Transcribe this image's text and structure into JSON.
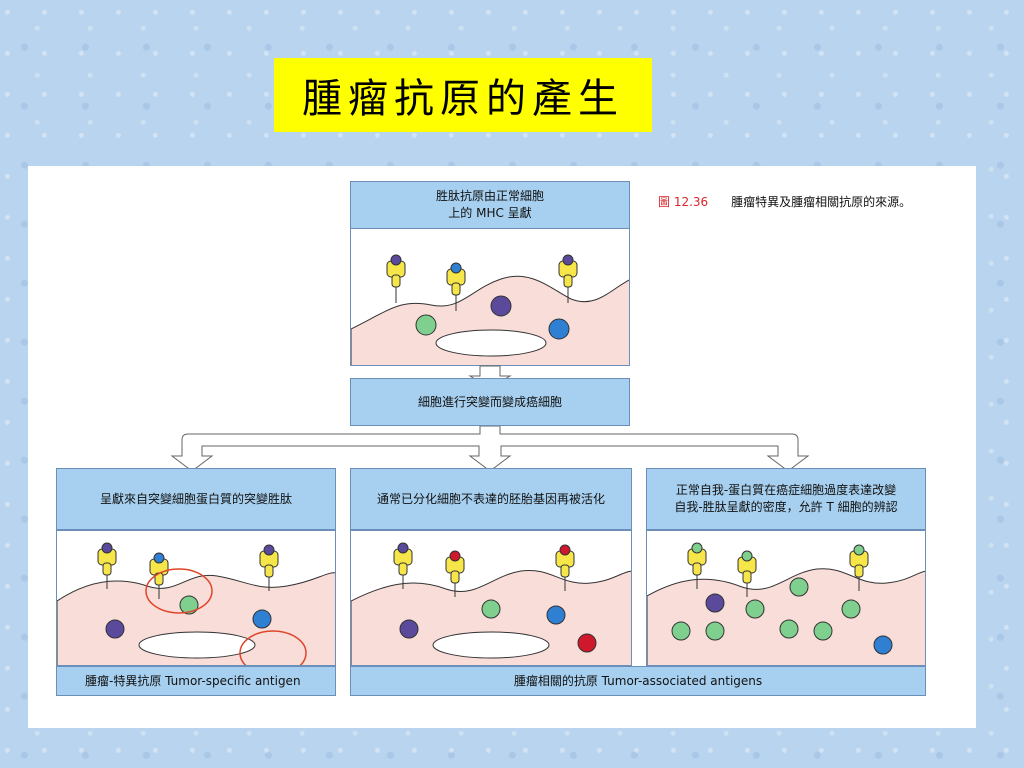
{
  "title": "腫瘤抗原的產生",
  "figure": {
    "caption_label": "圖 12.36",
    "caption_text": "腫瘤特異及腫瘤相關抗原的來源。",
    "top_box": {
      "line1": "胜肽抗原由正常細胞",
      "line2": "上的 MHC 呈獻"
    },
    "middle_box": "細胞進行突變而變成癌細胞",
    "branches": [
      {
        "label": "呈獻來自突變細胞蛋白質的突變胜肽"
      },
      {
        "label": "通常已分化細胞不表達的胚胎基因再被活化"
      },
      {
        "label_line1": "正常自我-蛋白質在癌症細胞過度表達改變",
        "label_line2": "自我-胜肽呈獻的密度，允許 T 細胞的辨認"
      }
    ],
    "bottom_left": "腫瘤-特異抗原   Tumor-specific antigen",
    "bottom_right": "腫瘤相關的抗原   Tumor-associated antigens"
  },
  "colors": {
    "title_bg": "#ffff00",
    "box_blue": "#a7d0f0",
    "cell_pink": "#f8ddd8",
    "mhc_yellow": "#f7e64a",
    "peptide_purple": "#5b4a9c",
    "peptide_blue": "#2f7fd3",
    "peptide_red": "#d0182c",
    "peptide_green": "#7fcf8f",
    "circle_red": "#e0452a"
  }
}
